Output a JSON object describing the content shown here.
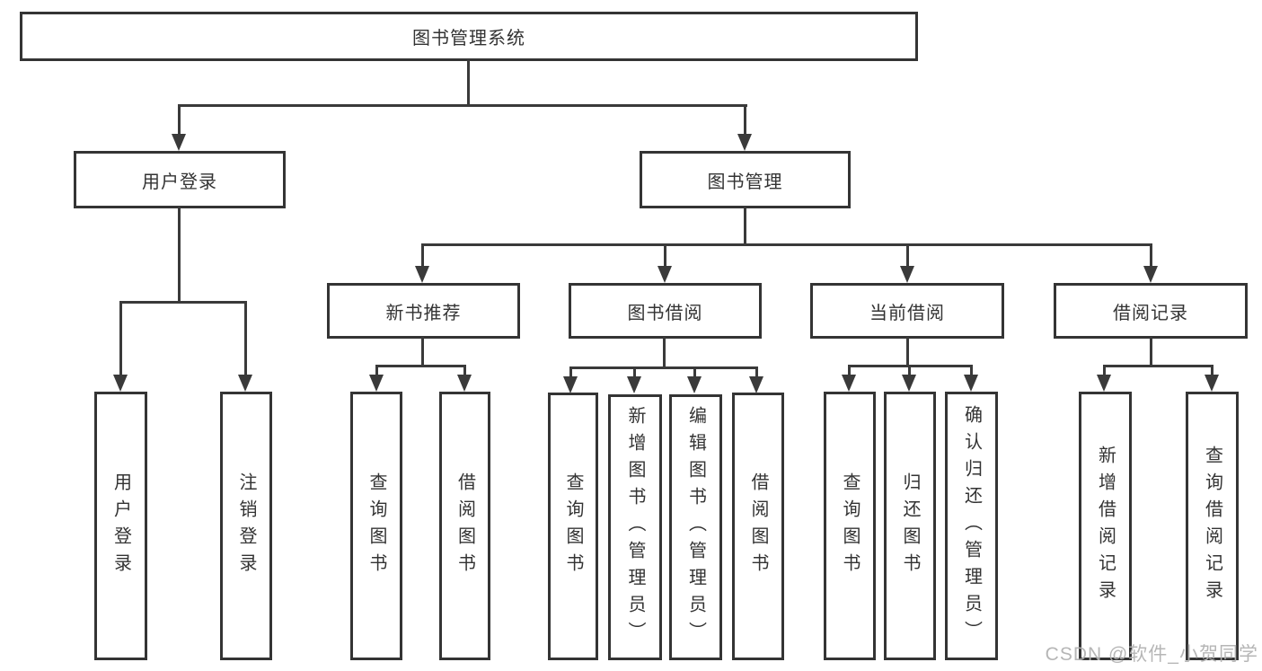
{
  "diagram": {
    "root": {
      "label": "图书管理系统"
    },
    "level2": [
      {
        "label": "用户登录"
      },
      {
        "label": "图书管理"
      }
    ],
    "level3": [
      {
        "label": "新书推荐"
      },
      {
        "label": "图书借阅"
      },
      {
        "label": "当前借阅"
      },
      {
        "label": "借阅记录"
      }
    ],
    "leaves": {
      "user_login": [
        {
          "label": "用户登录"
        },
        {
          "label": "注销登录"
        }
      ],
      "new_book": [
        {
          "label": "查询图书"
        },
        {
          "label": "借阅图书"
        }
      ],
      "book_borrow": [
        {
          "label": "查询图书"
        },
        {
          "label": "新增图书（管理员）"
        },
        {
          "label": "编辑图书（管理员）"
        },
        {
          "label": "借阅图书"
        }
      ],
      "current_borrow": [
        {
          "label": "查询图书"
        },
        {
          "label": "归还图书"
        },
        {
          "label": "确认归还（管理员）"
        }
      ],
      "borrow_record": [
        {
          "label": "新增借阅记录"
        },
        {
          "label": "查询借阅记录"
        }
      ]
    }
  },
  "watermark": {
    "text": "CSDN @软件_小贺同学"
  },
  "colors": {
    "line": "#3a3a3a",
    "text": "#333333",
    "background": "#ffffff",
    "watermark": "#b2b2b2"
  }
}
